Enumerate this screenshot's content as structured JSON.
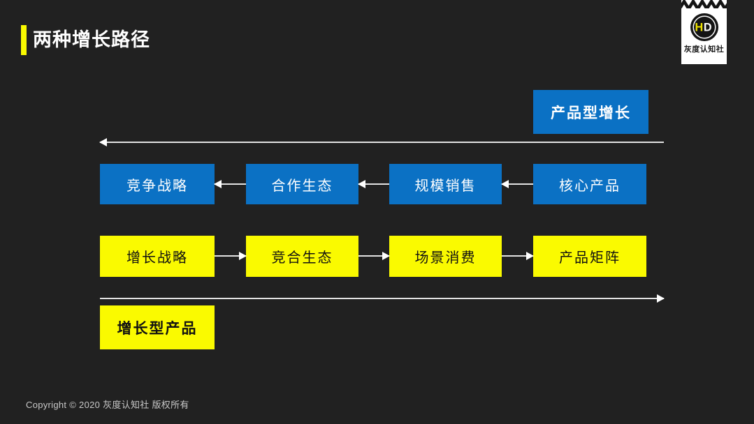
{
  "slide": {
    "title": "两种增长路径",
    "footer": "Copyright © 2020 灰度认知社 版权所有"
  },
  "logo": {
    "monogram_h": "H",
    "monogram_d": "D",
    "name": "灰度认知社"
  },
  "diagram": {
    "top_label": "产品型增长",
    "bottom_label": "增长型产品",
    "blue_row": [
      "竞争战略",
      "合作生态",
      "规模销售",
      "核心产品"
    ],
    "yellow_row": [
      "增长战略",
      "竞合生态",
      "场景消费",
      "产品矩阵"
    ],
    "colors": {
      "background": "#212121",
      "blue": "#0B71C4",
      "yellow": "#FAFA00",
      "arrow": "#E3E3E3"
    }
  }
}
